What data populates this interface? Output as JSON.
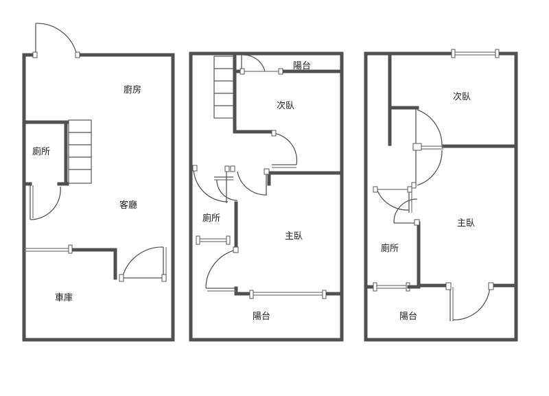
{
  "floors": [
    {
      "rooms": {
        "kitchen": "廚房",
        "toilet": "廁所",
        "living_room": "客廳",
        "garage": "車庫"
      }
    },
    {
      "rooms": {
        "balcony_top": "陽台",
        "second_bedroom": "次臥",
        "toilet": "廁所",
        "master_bedroom": "主臥",
        "balcony_bottom": "陽台"
      }
    },
    {
      "rooms": {
        "second_bedroom": "次臥",
        "master_bedroom": "主臥",
        "toilet": "廁所",
        "balcony": "陽台"
      }
    }
  ]
}
